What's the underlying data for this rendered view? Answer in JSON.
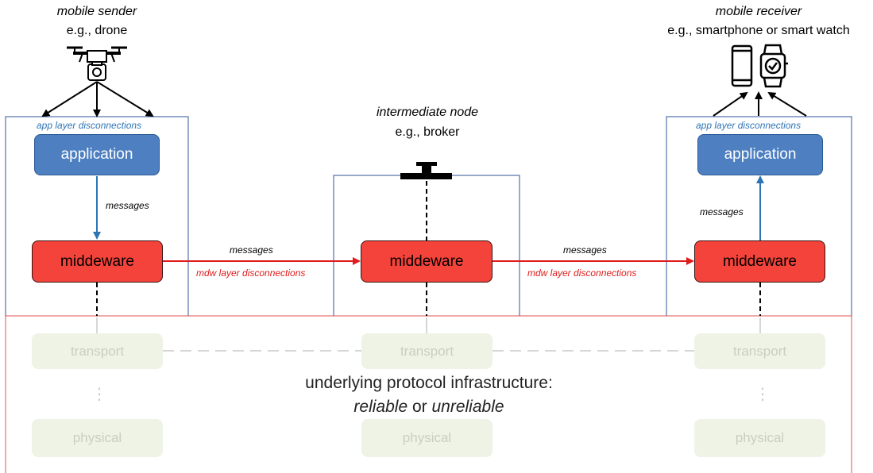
{
  "sender": {
    "title": "mobile sender",
    "subtitle": "e.g., drone",
    "icon": "drone-icon",
    "disconnections": "app layer disconnections",
    "app_label": "application",
    "messages_label": "messages",
    "mdw_label": "middeware",
    "transport_label": "transport",
    "dots": "⋮",
    "physical_label": "physical"
  },
  "broker": {
    "title": "intermediate node",
    "subtitle": "e.g., broker",
    "icon": "broker-node-icon",
    "mdw_label": "middeware",
    "transport_label": "transport",
    "physical_label": "physical"
  },
  "receiver": {
    "title": "mobile receiver",
    "subtitle": "e.g., smartphone or smart watch",
    "icons": [
      "smartphone-icon",
      "smartwatch-icon"
    ],
    "disconnections": "app layer disconnections",
    "app_label": "application",
    "messages_label": "messages",
    "mdw_label": "middeware",
    "transport_label": "transport",
    "dots": "⋮",
    "physical_label": "physical"
  },
  "links": {
    "left": {
      "messages": "messages",
      "disconnections": "mdw layer disconnections"
    },
    "right": {
      "messages": "messages",
      "disconnections": "mdw layer disconnections"
    }
  },
  "infrastructure": {
    "line1": "underlying protocol infrastructure:",
    "reliable": "reliable",
    "or": " or ",
    "unreliable": "unreliable"
  },
  "colors": {
    "app_blue": "#4d7fc1",
    "mdw_red": "#f4433a",
    "arrow_red": "#e01b1b",
    "arrow_blue": "#2e74b5",
    "frame_blue": "#2f5597",
    "frame_red": "#e05050",
    "ghost_fill": "#eef3e6"
  }
}
